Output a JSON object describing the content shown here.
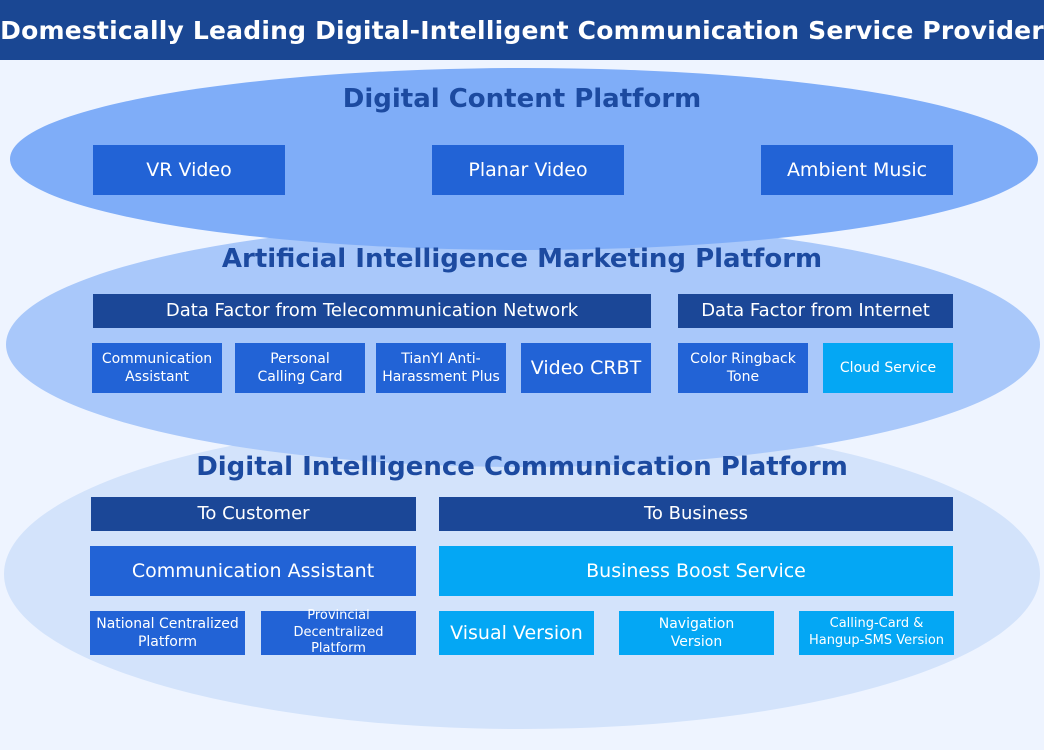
{
  "header": {
    "title": "Domestically Leading Digital-Intelligent Communication Service Provider"
  },
  "content_platform": {
    "title": "Digital Content Platform",
    "items": [
      "VR Video",
      "Planar Video",
      "Ambient Music"
    ]
  },
  "marketing_platform": {
    "title": "Artificial Intelligence Marketing Platform",
    "telecom_factor": "Data Factor from Telecommunication Network",
    "internet_factor": "Data Factor from Internet",
    "items": [
      "Communication Assistant",
      "Personal Calling Card",
      "TianYI Anti-Harassment Plus",
      "Video CRBT",
      "Color Ringback Tone",
      "Cloud Service"
    ]
  },
  "communication_platform": {
    "title": "Digital Intelligence Communication Platform",
    "to_customer": "To Customer",
    "to_business": "To Business",
    "communication_assistant": "Communication Assistant",
    "business_boost": "Business Boost Service",
    "customer_items": [
      "National Centralized Platform",
      "Provincial Decentralized Platform"
    ],
    "business_items": [
      "Visual Version",
      "Navigation Version",
      "Calling-Card & Hangup-SMS Version"
    ]
  },
  "colors": {
    "header": "#1a4793",
    "title_text": "#1c4aa0",
    "box_dark": "#1b4797",
    "box_mid": "#2263d6",
    "box_light": "#04a7f4"
  }
}
